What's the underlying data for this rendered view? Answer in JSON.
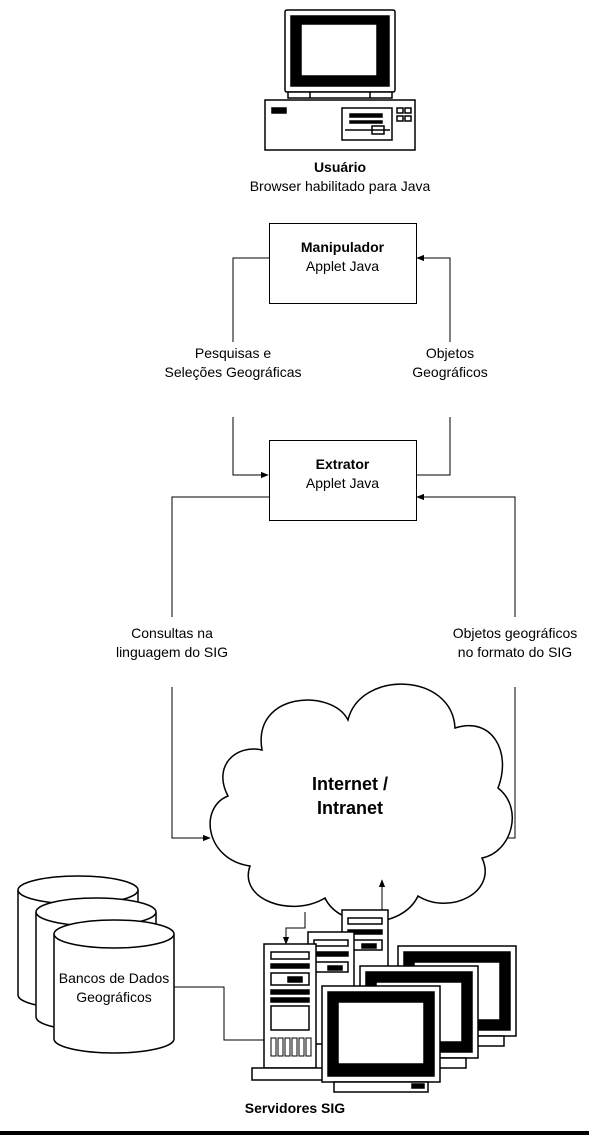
{
  "user": {
    "title": "Usuário",
    "subtitle": "Browser habilitado para Java"
  },
  "manipulador": {
    "title": "Manipulador",
    "subtitle": "Applet Java"
  },
  "extrator": {
    "title": "Extrator",
    "subtitle": "Applet Java"
  },
  "flows": {
    "queries_left": {
      "line1": "Pesquisas e",
      "line2": "Seleções Geográficas"
    },
    "objects_right": {
      "line1": "Objetos",
      "line2": "Geográficos"
    },
    "sig_queries": {
      "line1": "Consultas na",
      "line2": "linguagem do SIG"
    },
    "sig_objects": {
      "line1": "Objetos geográficos",
      "line2": "no formato do SIG"
    }
  },
  "network": {
    "line1": "Internet /",
    "line2": "Intranet"
  },
  "database": {
    "line1": "Bancos de Dados",
    "line2": "Geográficos"
  },
  "servers": {
    "label": "Servidores SIG"
  }
}
